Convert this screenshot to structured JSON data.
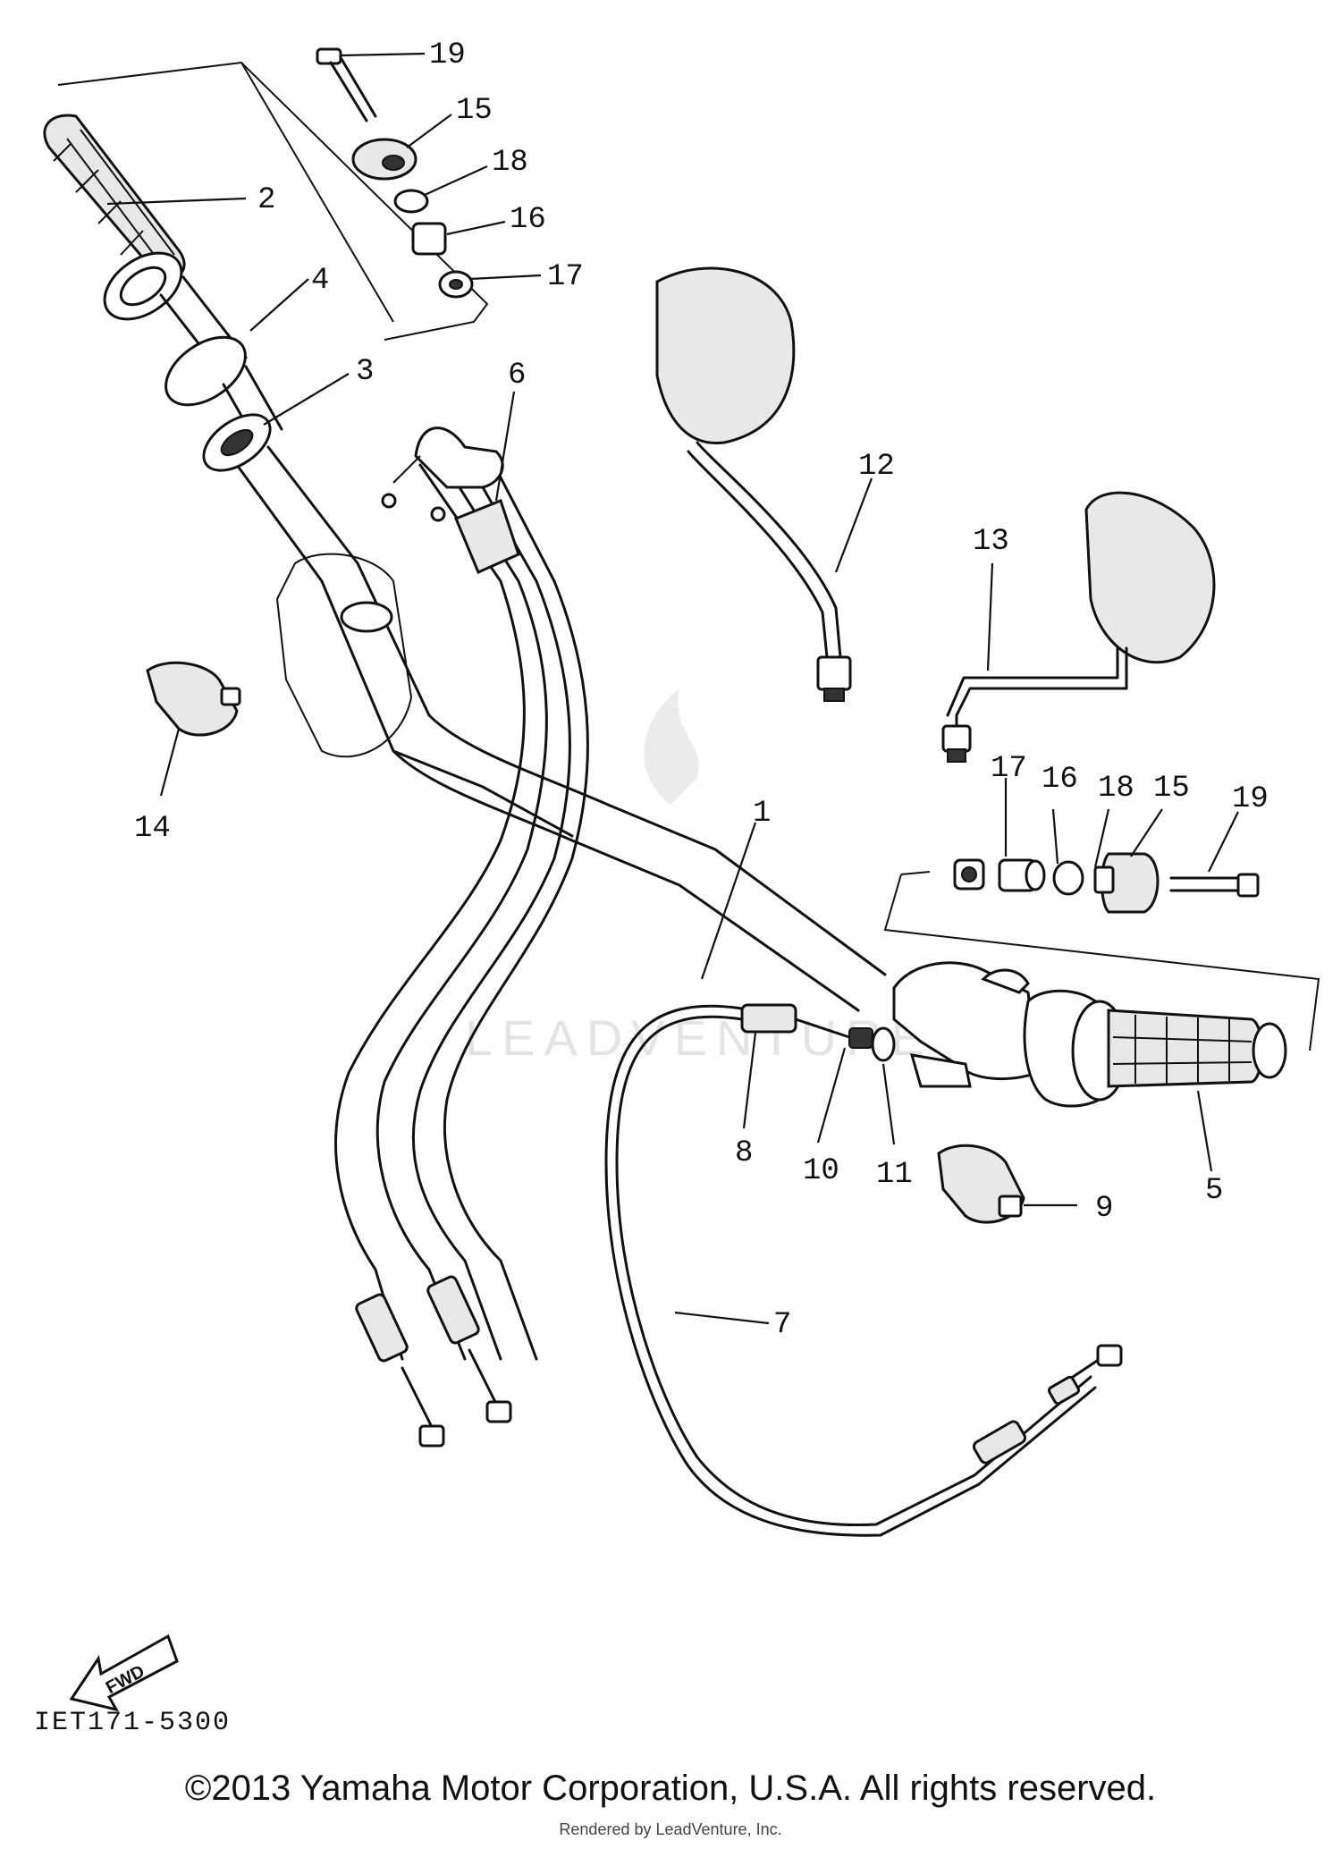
{
  "diagram": {
    "code": "IET171-5300",
    "fwd_label": "FWD",
    "watermark": "LEADVENTURE",
    "copyright": "©2013 Yamaha Motor Corporation, U.S.A. All rights reserved.",
    "rendered_by": "Rendered by LeadVenture, Inc.",
    "callouts": {
      "c1": "1",
      "c2": "2",
      "c3": "3",
      "c4": "4",
      "c5": "5",
      "c6": "6",
      "c7": "7",
      "c8": "8",
      "c9": "9",
      "c10": "10",
      "c11": "11",
      "c12": "12",
      "c13": "13",
      "c14": "14",
      "c15_top": "15",
      "c16_top": "16",
      "c17_top": "17",
      "c18_top": "18",
      "c19_top": "19",
      "c15_right": "15",
      "c16_right": "16",
      "c17_right": "17",
      "c18_right": "18",
      "c19_right": "19"
    }
  }
}
